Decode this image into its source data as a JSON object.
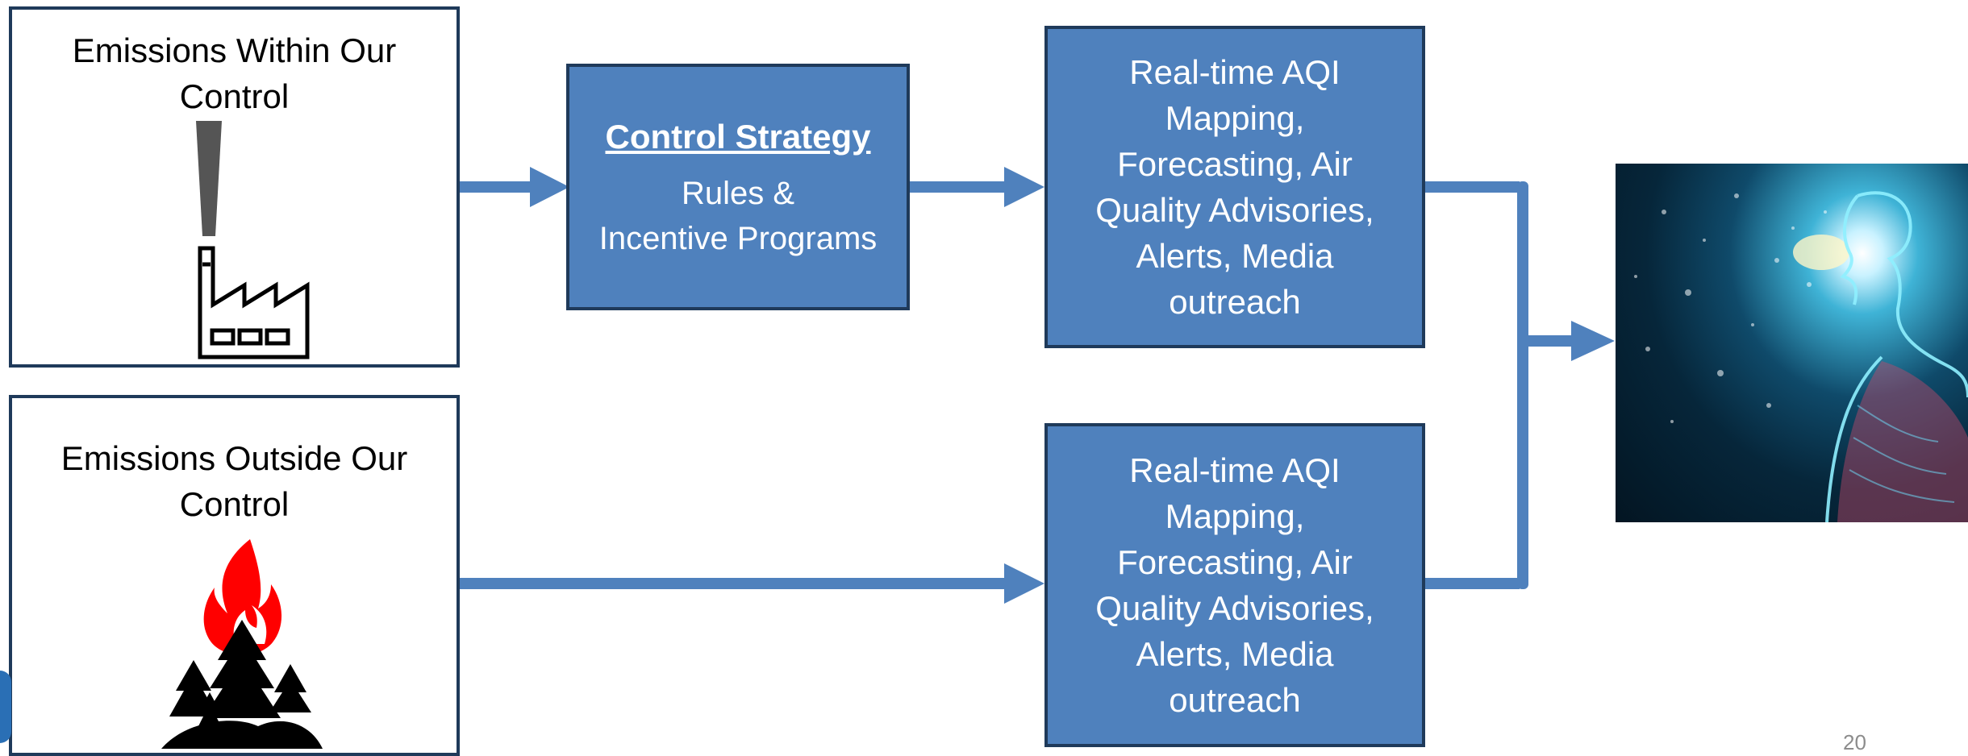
{
  "source_within": {
    "title_line1": "Emissions Within Our",
    "title_line2": "Control",
    "icon": "factory-icon"
  },
  "source_outside": {
    "title_line1": "Emissions Outside Our",
    "title_line2": "Control",
    "icon": "wildfire-icon"
  },
  "control_strategy": {
    "title": "Control Strategy",
    "line1": "Rules &",
    "line2": "Incentive Programs"
  },
  "response_top": {
    "lines": [
      "Real-time AQI",
      "Mapping,",
      "Forecasting, Air",
      "Quality Advisories,",
      "Alerts, Media",
      "outreach"
    ]
  },
  "response_bottom": {
    "lines": [
      "Real-time AQI",
      "Mapping,",
      "Forecasting, Air",
      "Quality Advisories,",
      "Alerts, Media",
      "outreach"
    ]
  },
  "outcome_image": {
    "icon": "human-breathing-image"
  },
  "slide_number": "20",
  "colors": {
    "box_fill": "#4f81bd",
    "border": "#1f3a5a",
    "arrow": "#4f81bd",
    "flame": "#ff0000"
  }
}
